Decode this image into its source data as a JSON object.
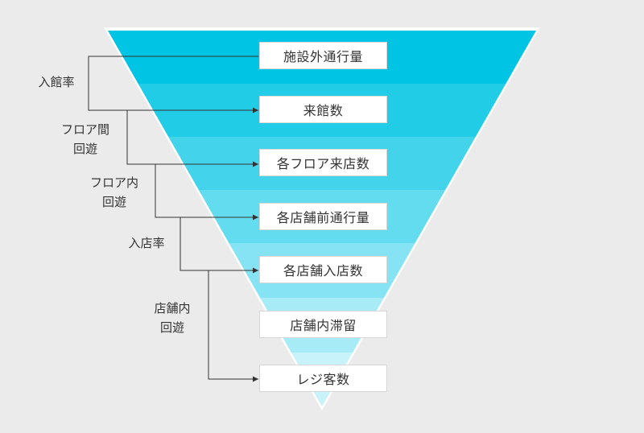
{
  "stages": [
    {
      "label": "施設外通行量"
    },
    {
      "label": "来館数"
    },
    {
      "label": "各フロア来店数"
    },
    {
      "label": "各店舗前通行量"
    },
    {
      "label": "各店舗入店数"
    },
    {
      "label": "店舗内滞留"
    },
    {
      "label": "レジ客数"
    }
  ],
  "rates": [
    {
      "lines": [
        "入館率"
      ]
    },
    {
      "lines": [
        "フロア間",
        "回遊"
      ]
    },
    {
      "lines": [
        "フロア内",
        "回遊"
      ]
    },
    {
      "lines": [
        "入店率"
      ]
    },
    {
      "lines": [
        "店舗内",
        "回遊"
      ]
    }
  ],
  "colors": {
    "funnel_top": "#00c4e3",
    "funnel_bottom": "#c8f3fb",
    "connector": "#333333",
    "background": "#ebebeb"
  }
}
